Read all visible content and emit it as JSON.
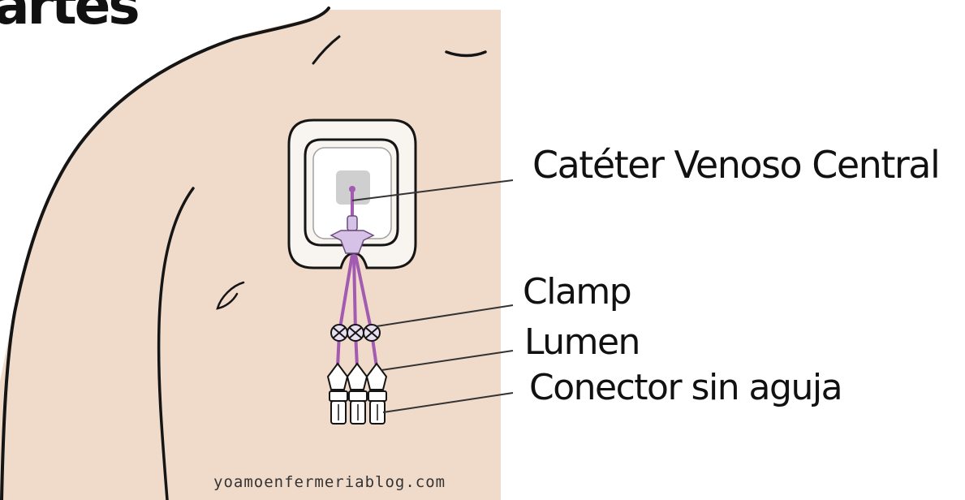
{
  "title": "artes",
  "labels": {
    "cateter": "Catéter Venoso Central",
    "clamp": "Clamp",
    "lumen": "Lumen",
    "conector": "Conector sin aguja"
  },
  "watermark": "yoamoenfermeriablog.com",
  "colors": {
    "skin": "#f0dbcb",
    "dressing": "#f8f4ef",
    "line_purple": "#a35bb2",
    "hub_lilac": "#d6c2e6",
    "outline": "#151515"
  }
}
